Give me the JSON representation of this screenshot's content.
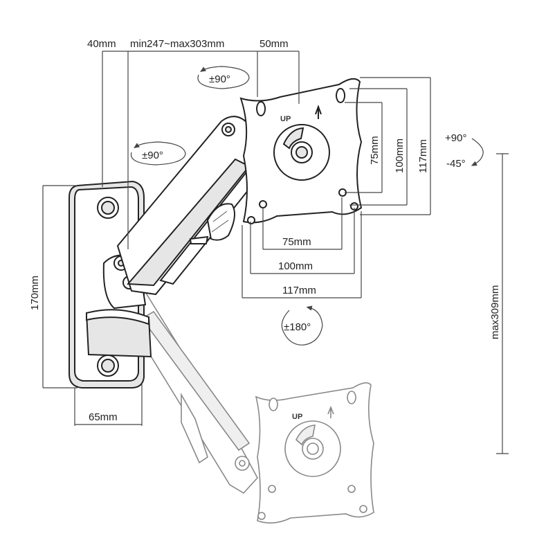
{
  "dimensions": {
    "top_left": "40mm",
    "top_middle": "min247~max303mm",
    "top_right": "50mm",
    "rot_head": "±90°",
    "rot_arm": "±90°",
    "tilt_up": "+90°",
    "tilt_down": "-45°",
    "v_75": "75mm",
    "v_100": "100mm",
    "v_117": "117mm",
    "h_75": "75mm",
    "h_100": "100mm",
    "h_117": "117mm",
    "rot_180": "±180°",
    "plate_height": "170mm",
    "plate_width": "65mm",
    "max_height": "max309mm"
  },
  "labels": {
    "up_main": "UP",
    "up_ghost": "UP"
  }
}
